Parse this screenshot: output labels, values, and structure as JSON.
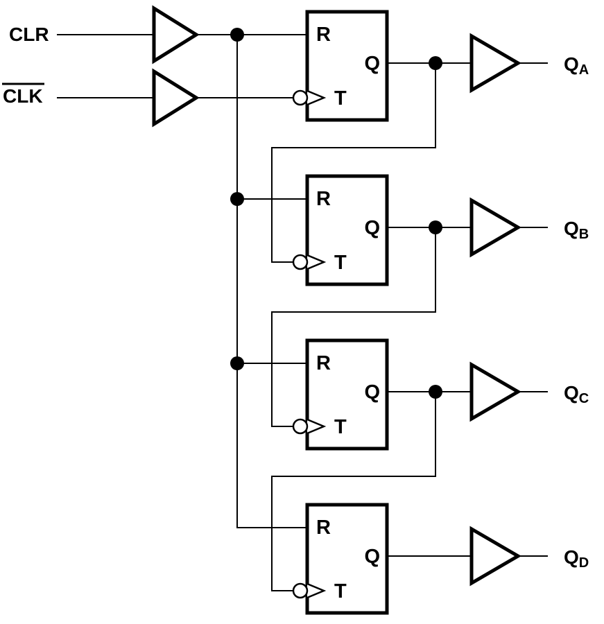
{
  "diagram": {
    "kind": "logic-circuit",
    "colors": {
      "background": "#ffffff",
      "ink": "#000000"
    },
    "inputs": [
      {
        "label": "CLR",
        "overline": false
      },
      {
        "label": "CLK",
        "overline": true
      }
    ],
    "flipflops": [
      {
        "reset_label": "R",
        "output_label": "Q",
        "toggle_label": "T"
      },
      {
        "reset_label": "R",
        "output_label": "Q",
        "toggle_label": "T"
      },
      {
        "reset_label": "R",
        "output_label": "Q",
        "toggle_label": "T"
      },
      {
        "reset_label": "R",
        "output_label": "Q",
        "toggle_label": "T"
      }
    ],
    "outputs": [
      {
        "main": "Q",
        "sub": "A"
      },
      {
        "main": "Q",
        "sub": "B"
      },
      {
        "main": "Q",
        "sub": "C"
      },
      {
        "main": "Q",
        "sub": "D"
      }
    ]
  }
}
